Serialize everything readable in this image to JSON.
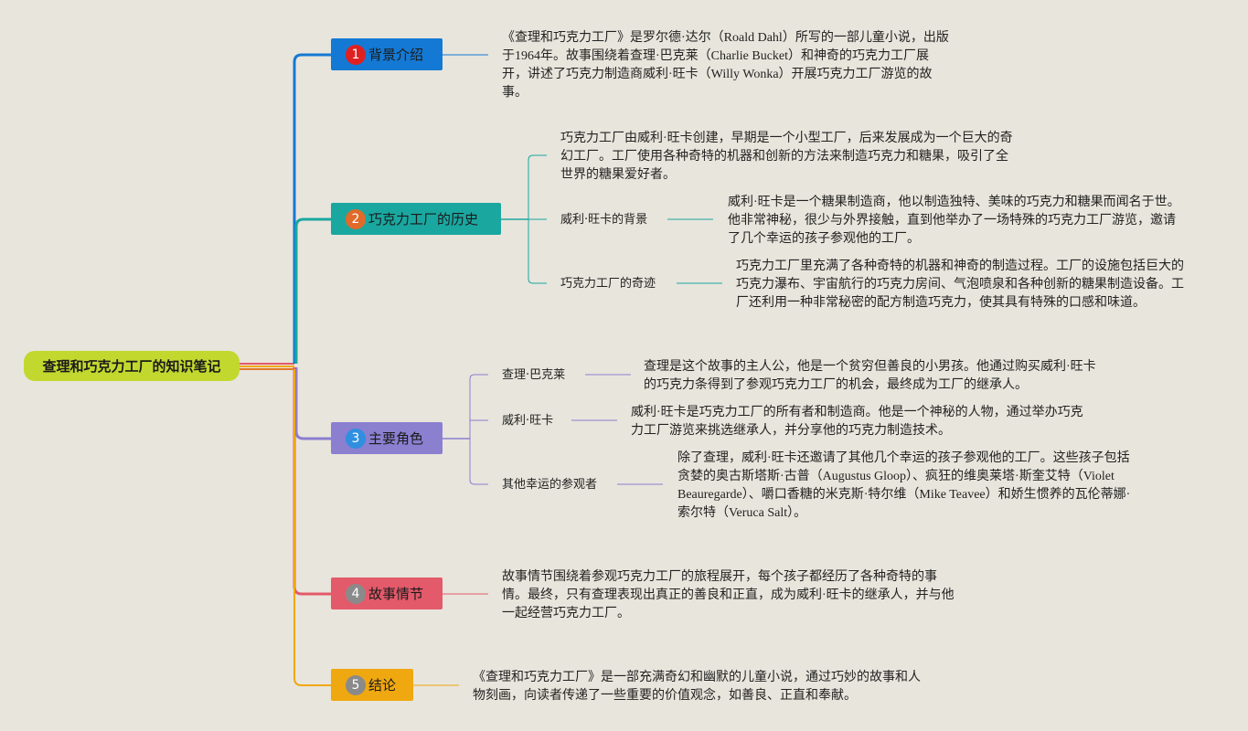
{
  "root": {
    "title": "查理和巧克力工厂的知识笔记"
  },
  "colors": {
    "background": "#e8e5dc",
    "root": "#c3d82e",
    "branch1": "#1479d4",
    "branch2": "#1aa7a0",
    "branch3": "#8b7fd0",
    "branch4": "#e35a6a",
    "branch5": "#f0a810"
  },
  "branches": [
    {
      "num": "1",
      "title": "背景介绍",
      "badge_color": "#e02020",
      "note": "《查理和巧克力工厂》是罗尔德·达尔（Roald Dahl）所写的一部儿童小说，出版于1964年。故事围绕着查理·巴克莱（Charlie Bucket）和神奇的巧克力工厂展开，讲述了巧克力制造商威利·旺卡（Willy Wonka）开展巧克力工厂游览的故事。"
    },
    {
      "num": "2",
      "title": "巧克力工厂的历史",
      "badge_color": "#e06a2a",
      "intro": "巧克力工厂由威利·旺卡创建，早期是一个小型工厂，后来发展成为一个巨大的奇幻工厂。工厂使用各种奇特的机器和创新的方法来制造巧克力和糖果，吸引了全世界的糖果爱好者。",
      "children": [
        {
          "label": "威利·旺卡的背景",
          "note": "威利·旺卡是一个糖果制造商，他以制造独特、美味的巧克力和糖果而闻名于世。他非常神秘，很少与外界接触，直到他举办了一场特殊的巧克力工厂游览，邀请了几个幸运的孩子参观他的工厂。"
        },
        {
          "label": "巧克力工厂的奇迹",
          "note": "巧克力工厂里充满了各种奇特的机器和神奇的制造过程。工厂的设施包括巨大的巧克力瀑布、宇宙航行的巧克力房间、气泡喷泉和各种创新的糖果制造设备。工厂还利用一种非常秘密的配方制造巧克力，使其具有特殊的口感和味道。"
        }
      ]
    },
    {
      "num": "3",
      "title": "主要角色",
      "badge_color": "#2f8fe0",
      "children": [
        {
          "label": "查理·巴克莱",
          "note": "查理是这个故事的主人公，他是一个贫穷但善良的小男孩。他通过购买威利·旺卡的巧克力条得到了参观巧克力工厂的机会，最终成为工厂的继承人。"
        },
        {
          "label": "威利·旺卡",
          "note": "威利·旺卡是巧克力工厂的所有者和制造商。他是一个神秘的人物，通过举办巧克力工厂游览来挑选继承人，并分享他的巧克力制造技术。"
        },
        {
          "label": "其他幸运的参观者",
          "note": "除了查理，威利·旺卡还邀请了其他几个幸运的孩子参观他的工厂。这些孩子包括贪婪的奥古斯塔斯·古普（Augustus Gloop）、疯狂的维奥莱塔·斯奎艾特（Violet Beauregarde）、嚼口香糖的米克斯·特尔维（Mike Teavee）和娇生惯养的瓦伦蒂娜·索尔特（Veruca Salt）。"
        }
      ]
    },
    {
      "num": "4",
      "title": "故事情节",
      "badge_color": "#8a8a8a",
      "note": "故事情节围绕着参观巧克力工厂的旅程展开，每个孩子都经历了各种奇特的事情。最终，只有查理表现出真正的善良和正直，成为威利·旺卡的继承人，并与他一起经营巧克力工厂。"
    },
    {
      "num": "5",
      "title": "结论",
      "badge_color": "#8a8a8a",
      "note": "《查理和巧克力工厂》是一部充满奇幻和幽默的儿童小说，通过巧妙的故事和人物刻画，向读者传递了一些重要的价值观念，如善良、正直和奉献。"
    }
  ]
}
